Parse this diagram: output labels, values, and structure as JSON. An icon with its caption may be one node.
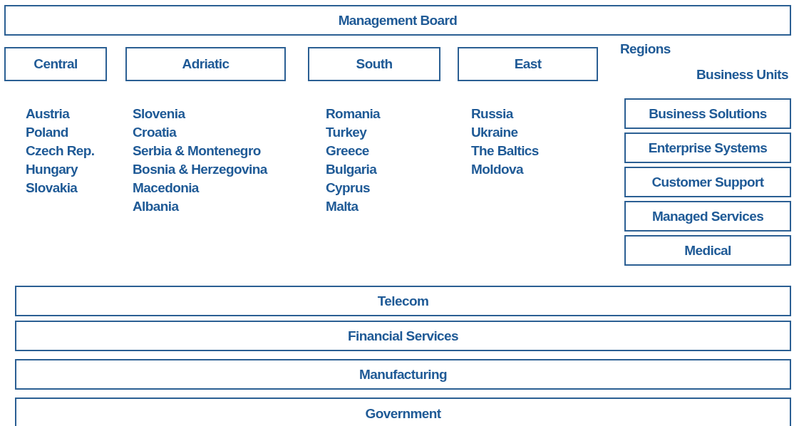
{
  "diagram": {
    "nodes": [
      {
        "text": [
          "Management Board"
        ]
      },
      {
        "text": [
          "Central"
        ],
        "beside": [
          "Austria",
          "Poland",
          "Czech Rep.",
          "Hungary",
          "Slovakia"
        ]
      },
      {
        "text": [
          "Adriatic"
        ],
        "beside": [
          "Slovenia",
          "Croatia",
          "Serbia & Montenegro",
          "Bosnia & Herzegovina",
          "Macedonia",
          "Albania"
        ]
      },
      {
        "text": [
          "South"
        ],
        "beside": [
          "Romania",
          "Turkey",
          "Greece",
          "Bulgaria",
          "Cyprus",
          "Malta"
        ]
      },
      {
        "text": [
          "East"
        ],
        "beside": [
          "Russia",
          "Ukraine",
          "The Baltics",
          "Moldova"
        ]
      },
      {
        "text": [
          "Business Solutions"
        ]
      },
      {
        "text": [
          "Enterprise Systems"
        ]
      },
      {
        "text": [
          "Customer Support"
        ]
      },
      {
        "text": [
          "Managed Services"
        ]
      },
      {
        "text": [
          "Medical"
        ]
      },
      {
        "text": [
          "Telecom"
        ]
      },
      {
        "text": [
          "Financial Services"
        ]
      },
      {
        "text": [
          "Manufacturing"
        ]
      },
      {
        "text": [
          "Government"
        ]
      }
    ],
    "labels": [
      "Regions",
      "Business Units"
    ]
  }
}
